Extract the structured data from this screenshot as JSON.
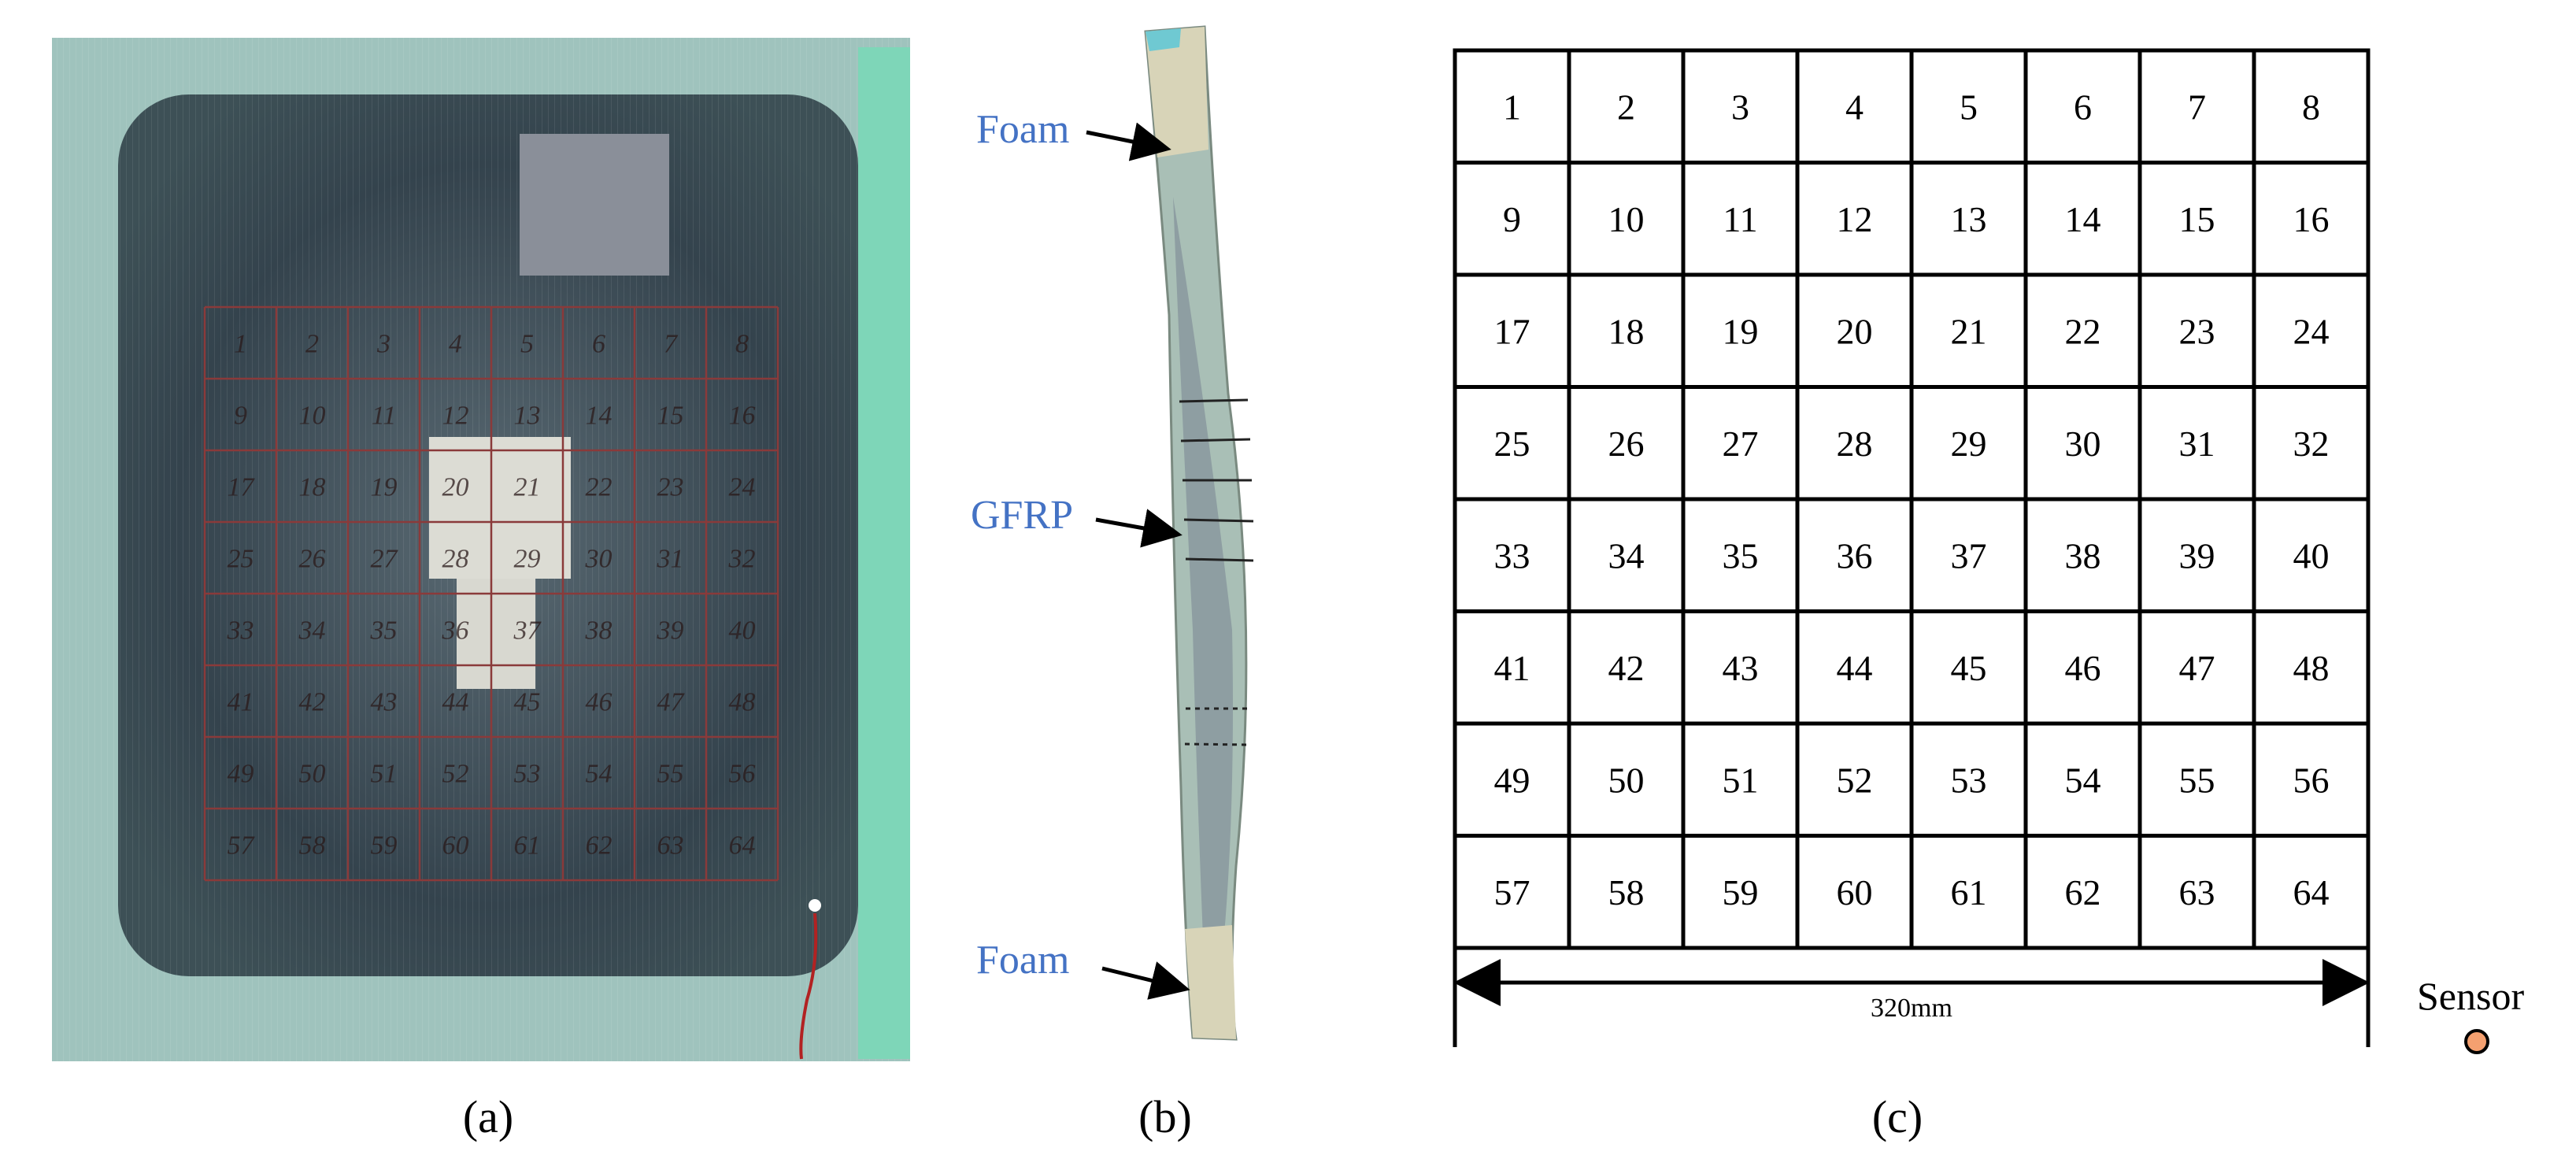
{
  "panel_a": {
    "caption": "(a)",
    "description_grid": {
      "rows": 8,
      "cols": 8
    },
    "handwritten_numbers": [
      "1",
      "2",
      "3",
      "4",
      "5",
      "6",
      "7",
      "8",
      "9",
      "10",
      "11",
      "12",
      "13",
      "14",
      "15",
      "16",
      "17",
      "18",
      "19",
      "20",
      "21",
      "22",
      "23",
      "24",
      "25",
      "26",
      "27",
      "28",
      "29",
      "30",
      "31",
      "32",
      "33",
      "34",
      "35",
      "36",
      "37",
      "38",
      "39",
      "40",
      "41",
      "42",
      "43",
      "44",
      "45",
      "46",
      "47",
      "48",
      "49",
      "50",
      "51",
      "52",
      "53",
      "54",
      "55",
      "56",
      "57",
      "58",
      "59",
      "60",
      "61",
      "62",
      "63",
      "64"
    ]
  },
  "panel_b": {
    "caption": "(b)",
    "labels": {
      "foam_top": "Foam",
      "gfrp": "GFRP",
      "foam_bottom": "Foam"
    }
  },
  "panel_c": {
    "caption": "(c)",
    "cells": [
      "1",
      "2",
      "3",
      "4",
      "5",
      "6",
      "7",
      "8",
      "9",
      "10",
      "11",
      "12",
      "13",
      "14",
      "15",
      "16",
      "17",
      "18",
      "19",
      "20",
      "21",
      "22",
      "23",
      "24",
      "25",
      "26",
      "27",
      "28",
      "29",
      "30",
      "31",
      "32",
      "33",
      "34",
      "35",
      "36",
      "37",
      "38",
      "39",
      "40",
      "41",
      "42",
      "43",
      "44",
      "45",
      "46",
      "47",
      "48",
      "49",
      "50",
      "51",
      "52",
      "53",
      "54",
      "55",
      "56",
      "57",
      "58",
      "59",
      "60",
      "61",
      "62",
      "63",
      "64"
    ],
    "dimension_label": "320mm",
    "sensor_label": "Sensor",
    "sensor_color": "#f4a070"
  },
  "colors": {
    "label_blue": "#4472c4",
    "panel_dark": "#3c4e58",
    "panel_edge_green": "#7ed6b8",
    "grid_red": "#8a3a3a"
  }
}
